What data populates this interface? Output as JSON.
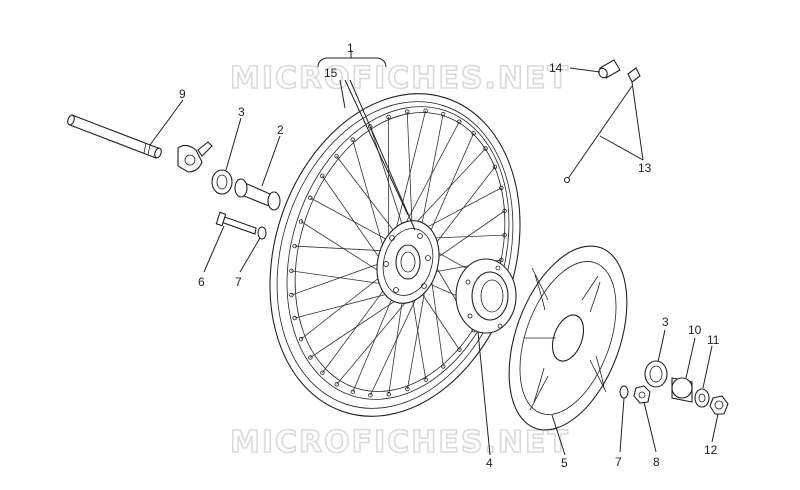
{
  "watermark": {
    "top": "MICROFICHES.NET",
    "bottom": "MICROFICHES.NET"
  },
  "callouts": {
    "c1": "1",
    "c15": "15",
    "c9": "9",
    "c3a": "3",
    "c2": "2",
    "c6": "6",
    "c7a": "7",
    "c14": "14",
    "c13": "13",
    "c4": "4",
    "c5": "5",
    "c3b": "3",
    "c10": "10",
    "c11": "11",
    "c7b": "7",
    "c8": "8",
    "c12": "12"
  }
}
